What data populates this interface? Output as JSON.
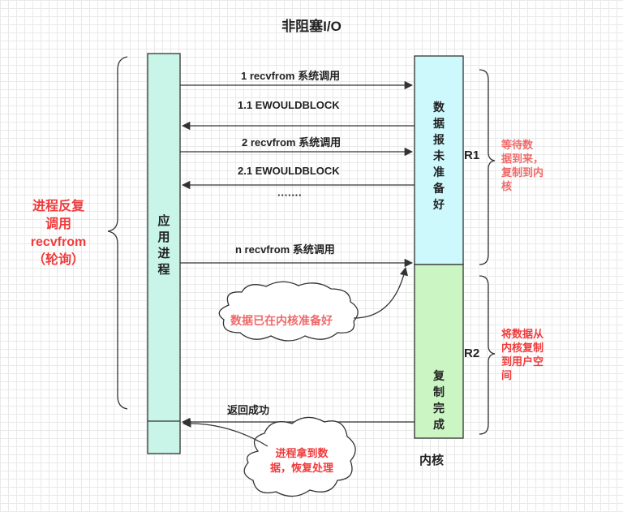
{
  "title": "非阻塞I/O",
  "app_box": {
    "label": "应用进程"
  },
  "kernel": {
    "wait_box_label": "数据报未准备好",
    "copy_box_label": "复制完成",
    "bottom_label": "内核"
  },
  "messages": [
    {
      "label": "1  recvfrom 系统调用",
      "direction": "to-kernel"
    },
    {
      "label": "1.1 EWOULDBLOCK",
      "direction": "to-app"
    },
    {
      "label": "2 recvfrom 系统调用",
      "direction": "to-kernel"
    },
    {
      "label": "2.1 EWOULDBLOCK",
      "direction": "to-app"
    },
    {
      "label": "·······",
      "direction": "none"
    },
    {
      "label": "n  recvfrom 系统调用",
      "direction": "to-kernel"
    },
    {
      "label": "返回成功",
      "direction": "to-app"
    }
  ],
  "left_annotation": {
    "lines": [
      "进程反复",
      "调用",
      "recvfrom",
      "（轮询）"
    ]
  },
  "phases": [
    {
      "name": "R1",
      "note_lines": [
        "等待数",
        "据到来，",
        "复制到内",
        "核"
      ]
    },
    {
      "name": "R2",
      "note_lines": [
        "将数据从",
        "内核复制",
        "到用户空",
        "间"
      ]
    }
  ],
  "clouds": [
    {
      "text": "数据已在内核准备好"
    },
    {
      "lines": [
        "进程拿到数",
        "据，恢复处理"
      ]
    }
  ],
  "colors": {
    "app_box_fill": "#c8f5e7",
    "wait_box_fill": "#cdf9fd",
    "copy_box_fill": "#cbf5c3",
    "annotation_red": "#f03b3b",
    "note_red": "#f06a6a",
    "line": "#333333"
  }
}
